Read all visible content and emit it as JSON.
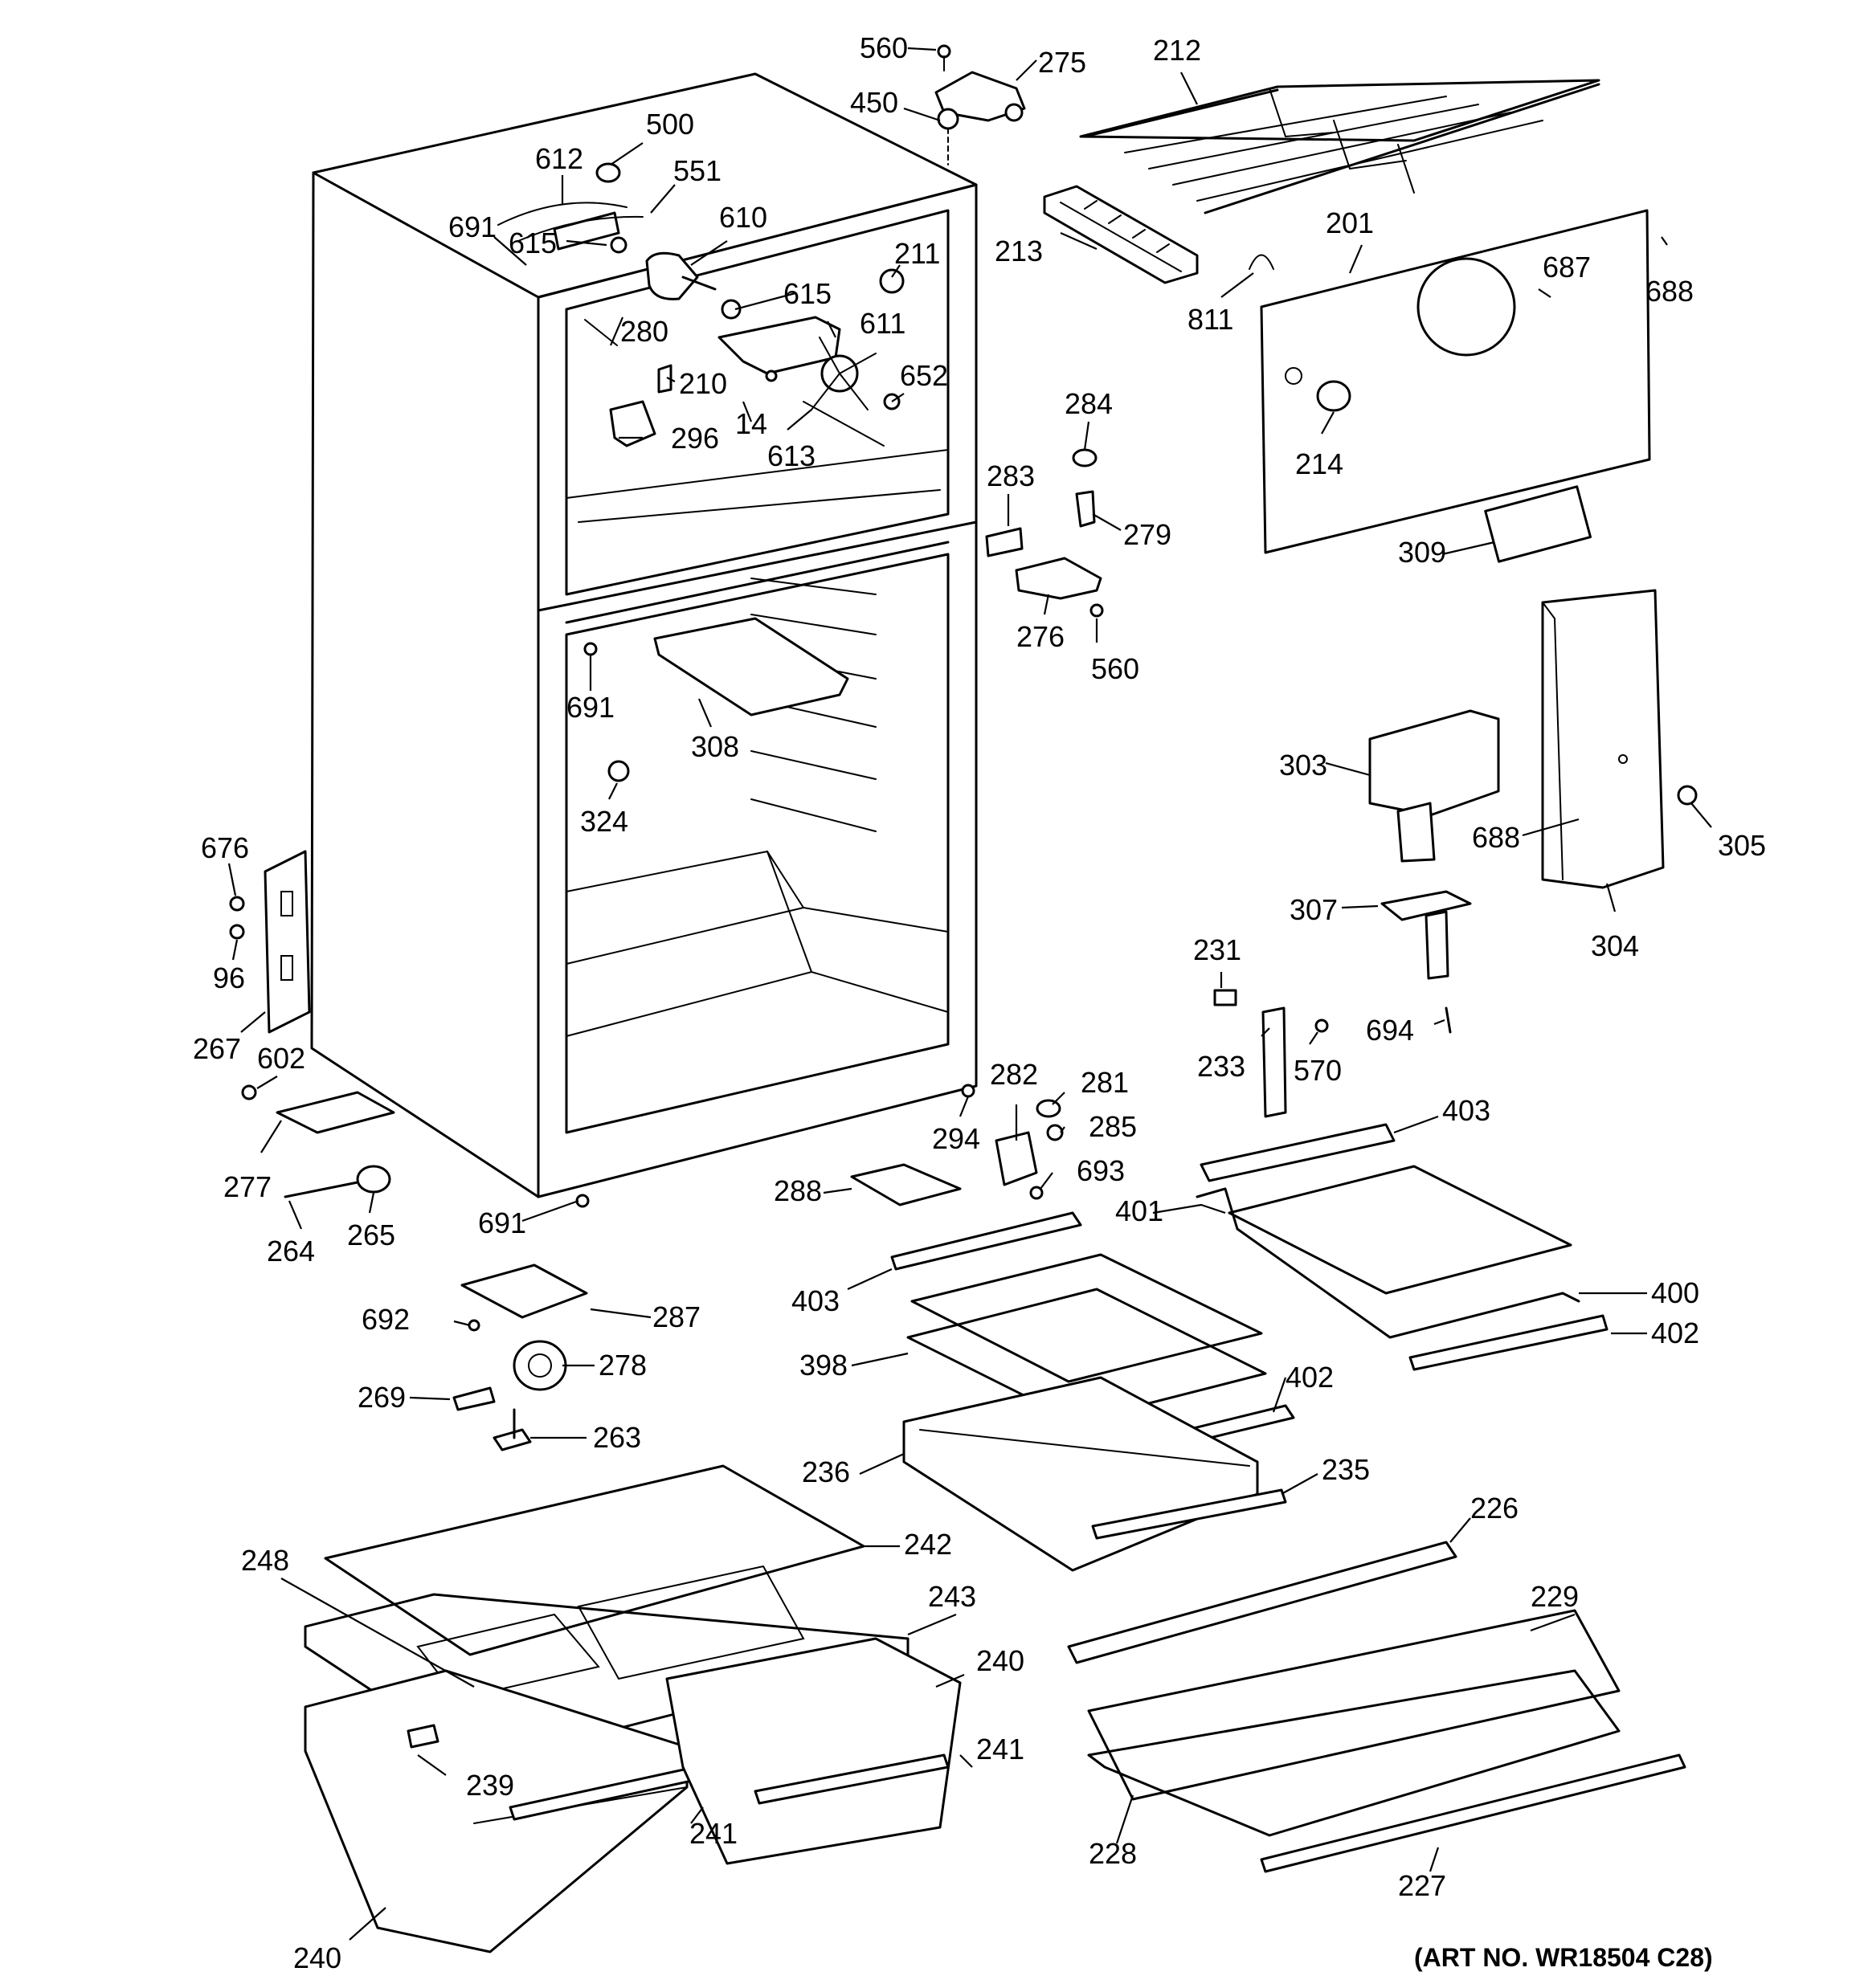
{
  "art_number": "(ART NO. WR18504 C28)",
  "callouts": [
    {
      "id": "c560a",
      "text": "560"
    },
    {
      "id": "c275",
      "text": "275"
    },
    {
      "id": "c212",
      "text": "212"
    },
    {
      "id": "c450",
      "text": "450"
    },
    {
      "id": "c500",
      "text": "500"
    },
    {
      "id": "c612",
      "text": "612"
    },
    {
      "id": "c551",
      "text": "551"
    },
    {
      "id": "c691a",
      "text": "691"
    },
    {
      "id": "c615a",
      "text": "615"
    },
    {
      "id": "c610",
      "text": "610"
    },
    {
      "id": "c211",
      "text": "211"
    },
    {
      "id": "c213",
      "text": "213"
    },
    {
      "id": "c201",
      "text": "201"
    },
    {
      "id": "c687",
      "text": "687"
    },
    {
      "id": "c688a",
      "text": "688"
    },
    {
      "id": "c615b",
      "text": "615"
    },
    {
      "id": "c811",
      "text": "811"
    },
    {
      "id": "c280",
      "text": "280"
    },
    {
      "id": "c611",
      "text": "611"
    },
    {
      "id": "c210",
      "text": "210"
    },
    {
      "id": "c652",
      "text": "652"
    },
    {
      "id": "c284",
      "text": "284"
    },
    {
      "id": "c214",
      "text": "214"
    },
    {
      "id": "c14",
      "text": "14"
    },
    {
      "id": "c296",
      "text": "296"
    },
    {
      "id": "c613",
      "text": "613"
    },
    {
      "id": "c283",
      "text": "283"
    },
    {
      "id": "c279",
      "text": "279"
    },
    {
      "id": "c309",
      "text": "309"
    },
    {
      "id": "c276",
      "text": "276"
    },
    {
      "id": "c560b",
      "text": "560"
    },
    {
      "id": "c691b",
      "text": "691"
    },
    {
      "id": "c308",
      "text": "308"
    },
    {
      "id": "c303",
      "text": "303"
    },
    {
      "id": "c324",
      "text": "324"
    },
    {
      "id": "c676",
      "text": "676"
    },
    {
      "id": "c688b",
      "text": "688"
    },
    {
      "id": "c305",
      "text": "305"
    },
    {
      "id": "c307",
      "text": "307"
    },
    {
      "id": "c96",
      "text": "96"
    },
    {
      "id": "c304",
      "text": "304"
    },
    {
      "id": "c231",
      "text": "231"
    },
    {
      "id": "c694",
      "text": "694"
    },
    {
      "id": "c267",
      "text": "267"
    },
    {
      "id": "c602",
      "text": "602"
    },
    {
      "id": "c233",
      "text": "233"
    },
    {
      "id": "c570",
      "text": "570"
    },
    {
      "id": "c282",
      "text": "282"
    },
    {
      "id": "c281",
      "text": "281"
    },
    {
      "id": "c403a",
      "text": "403"
    },
    {
      "id": "c294",
      "text": "294"
    },
    {
      "id": "c285",
      "text": "285"
    },
    {
      "id": "c277",
      "text": "277"
    },
    {
      "id": "c693",
      "text": "693"
    },
    {
      "id": "c288",
      "text": "288"
    },
    {
      "id": "c401",
      "text": "401"
    },
    {
      "id": "c265",
      "text": "265"
    },
    {
      "id": "c264",
      "text": "264"
    },
    {
      "id": "c691c",
      "text": "691"
    },
    {
      "id": "c403b",
      "text": "403"
    },
    {
      "id": "c400",
      "text": "400"
    },
    {
      "id": "c692",
      "text": "692"
    },
    {
      "id": "c287",
      "text": "287"
    },
    {
      "id": "c402a",
      "text": "402"
    },
    {
      "id": "c398",
      "text": "398"
    },
    {
      "id": "c278",
      "text": "278"
    },
    {
      "id": "c402b",
      "text": "402"
    },
    {
      "id": "c269",
      "text": "269"
    },
    {
      "id": "c263",
      "text": "263"
    },
    {
      "id": "c236",
      "text": "236"
    },
    {
      "id": "c235",
      "text": "235"
    },
    {
      "id": "c226",
      "text": "226"
    },
    {
      "id": "c242",
      "text": "242"
    },
    {
      "id": "c248",
      "text": "248"
    },
    {
      "id": "c243",
      "text": "243"
    },
    {
      "id": "c229",
      "text": "229"
    },
    {
      "id": "c240a",
      "text": "240"
    },
    {
      "id": "c241a",
      "text": "241"
    },
    {
      "id": "c239",
      "text": "239"
    },
    {
      "id": "c241b",
      "text": "241"
    },
    {
      "id": "c228",
      "text": "228"
    },
    {
      "id": "c227",
      "text": "227"
    },
    {
      "id": "c240b",
      "text": "240"
    }
  ]
}
